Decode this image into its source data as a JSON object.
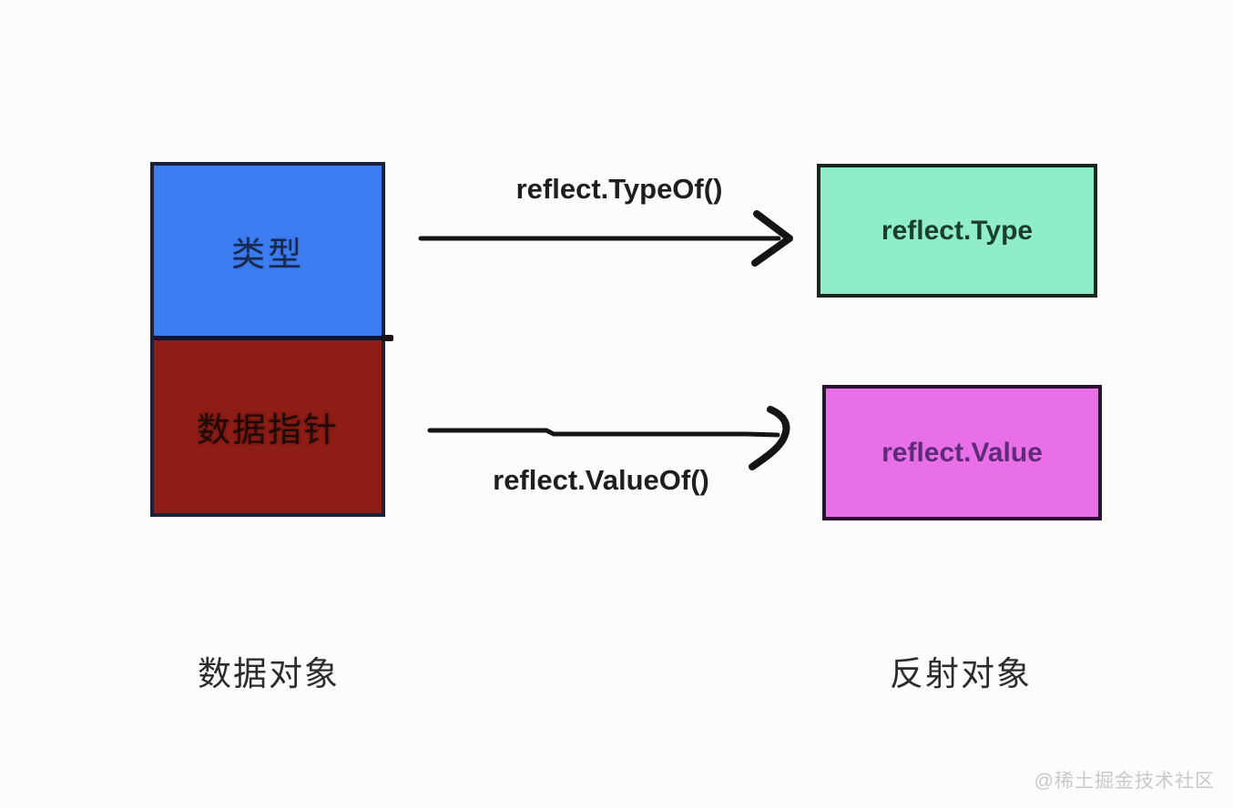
{
  "diagram": {
    "title_context": "Go reflection diagram",
    "left_stack": {
      "type_box": {
        "label": "类型",
        "fill": "#3d7df2",
        "border": "#1b2138",
        "text_color": "#16294f"
      },
      "pointer_box": {
        "label": "数据指针",
        "fill": "#8e1d15",
        "border": "#1b2138",
        "text_color": "#1e0a06"
      },
      "caption": "数据对象"
    },
    "right_column": {
      "reflect_type_box": {
        "label": "reflect.Type",
        "fill": "#8feec7",
        "border": "#16271d",
        "text_color": "#1b3e2d"
      },
      "reflect_value_box": {
        "label": "reflect.Value",
        "fill": "#e96fe9",
        "border": "#2b1132",
        "text_color": "#5f2a78"
      },
      "caption": "反射对象"
    },
    "arrows": {
      "typeof_arrow": {
        "label": "reflect.TypeOf()",
        "color": "#1a1a1a",
        "direction": "left-to-right"
      },
      "valueof_arrow": {
        "label": "reflect.ValueOf()",
        "color": "#1a1a1a",
        "direction": "left-to-right"
      }
    },
    "watermark": {
      "text": "@稀土掘金技术社区",
      "color": "#c9c9c9"
    },
    "background": "#fcfcfc"
  }
}
